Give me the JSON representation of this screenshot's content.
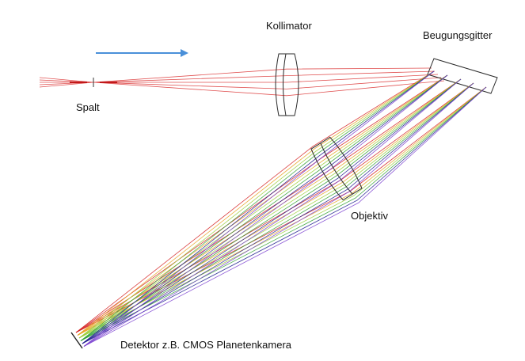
{
  "labels": {
    "slit": "Spalt",
    "collimator": "Kollimator",
    "grating": "Beugungsgitter",
    "objective": "Objektiv",
    "detector": "Detektor z.B. CMOS Planetenkamera"
  },
  "colors": {
    "input_rays": "#e05050",
    "arrow": "#4a90d9",
    "spectrum": [
      "#d32020",
      "#e8a020",
      "#9acd32",
      "#2ea02e",
      "#1a1a8c",
      "#7a3fd0"
    ],
    "optics": "#2a2a2a"
  },
  "arrow_direction": "right"
}
